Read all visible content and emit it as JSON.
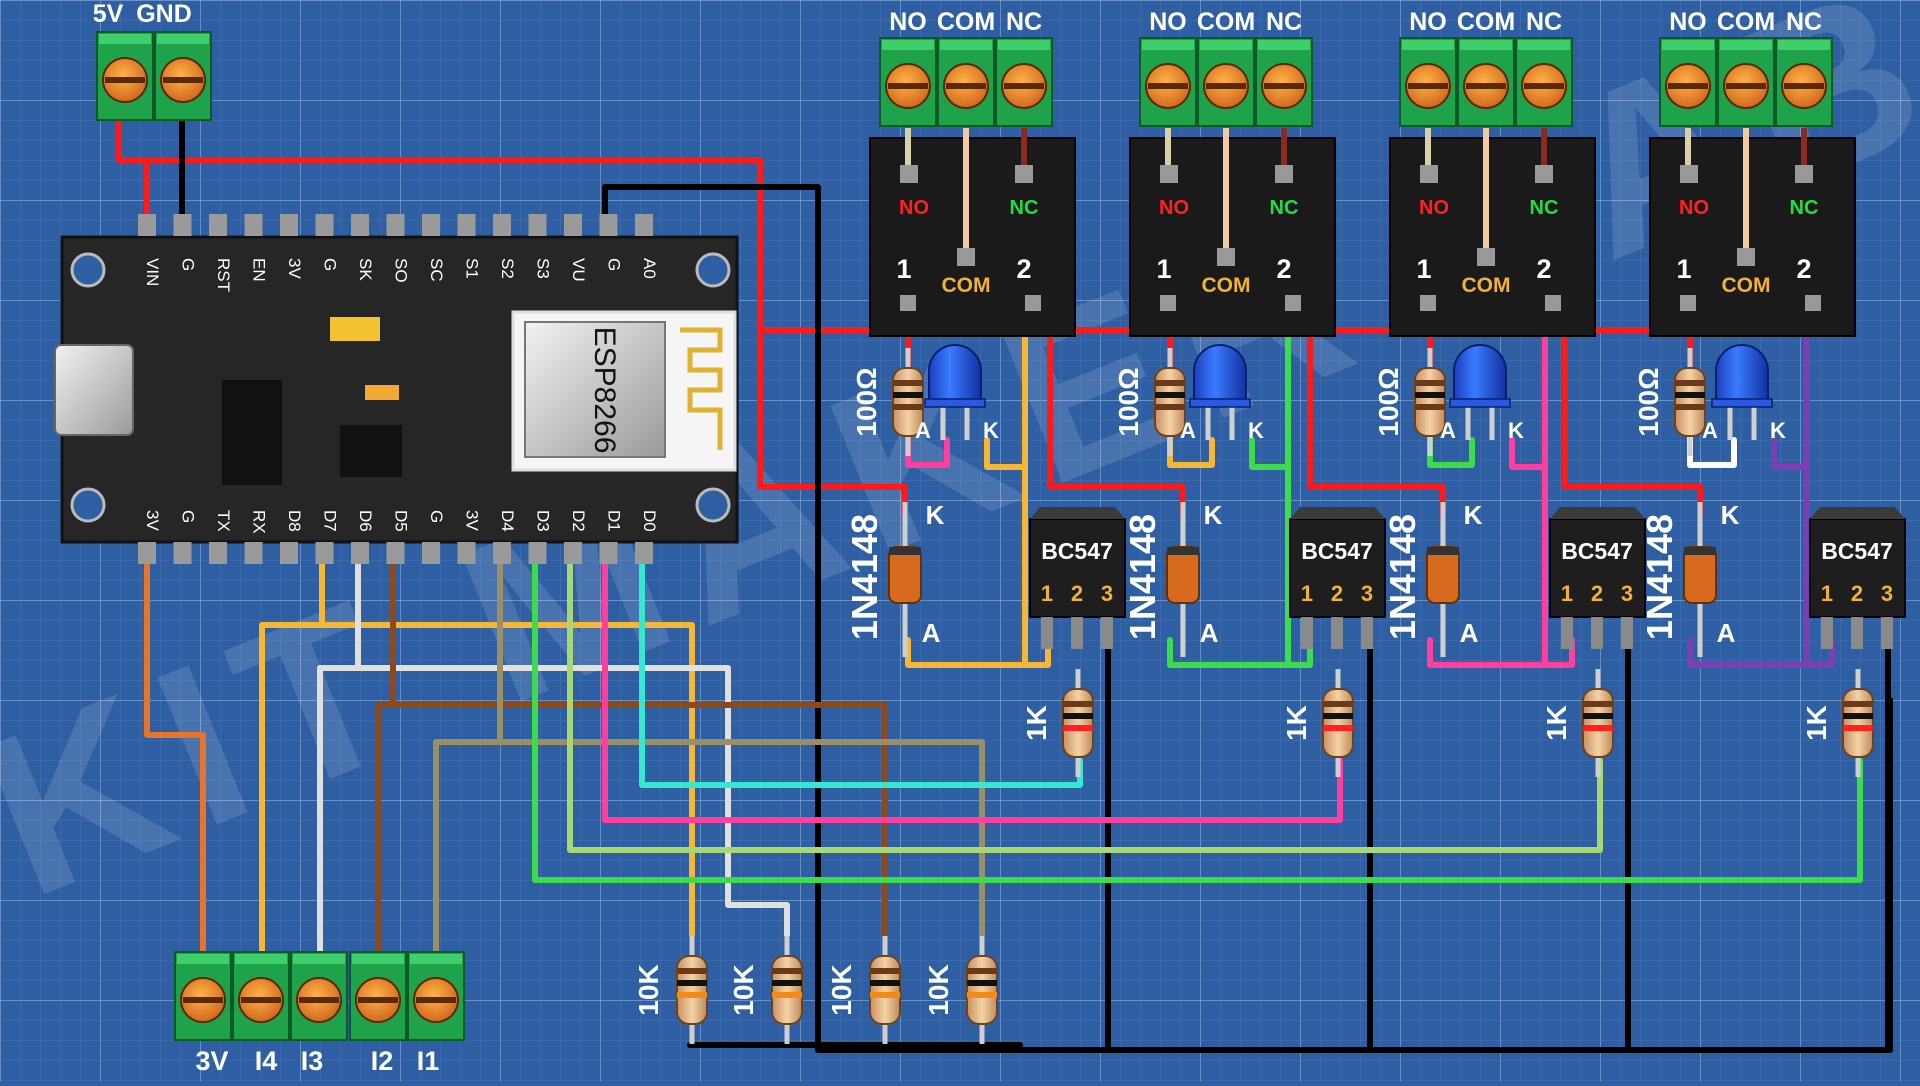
{
  "power_terminal": {
    "labels": [
      "5V",
      "GND"
    ]
  },
  "mcu": {
    "module_label": "ESP8266",
    "top_pins": [
      "VIN",
      "G",
      "RST",
      "EN",
      "3V",
      "G",
      "SK",
      "SO",
      "SC",
      "S1",
      "S2",
      "S3",
      "VU",
      "G",
      "A0"
    ],
    "bottom_pins": [
      "3V",
      "G",
      "TX",
      "RX",
      "D8",
      "D7",
      "D6",
      "D5",
      "G",
      "3V",
      "D4",
      "D3",
      "D2",
      "D1",
      "D0"
    ]
  },
  "relays": [
    {
      "terminal_labels": [
        "NO",
        "COM",
        "NC"
      ],
      "pin_no": "NO",
      "pin_nc": "NC",
      "pin_com": "COM",
      "pin_1": "1",
      "pin_2": "2"
    },
    {
      "terminal_labels": [
        "NO",
        "COM",
        "NC"
      ],
      "pin_no": "NO",
      "pin_nc": "NC",
      "pin_com": "COM",
      "pin_1": "1",
      "pin_2": "2"
    },
    {
      "terminal_labels": [
        "NO",
        "COM",
        "NC"
      ],
      "pin_no": "NO",
      "pin_nc": "NC",
      "pin_com": "COM",
      "pin_1": "1",
      "pin_2": "2"
    },
    {
      "terminal_labels": [
        "NO",
        "COM",
        "NC"
      ],
      "pin_no": "NO",
      "pin_nc": "NC",
      "pin_com": "COM",
      "pin_1": "1",
      "pin_2": "2"
    }
  ],
  "led_resistor": "100Ω",
  "led_pins": {
    "anode": "A",
    "cathode": "K"
  },
  "diode": {
    "label": "1N4148",
    "anode": "A",
    "cathode": "K"
  },
  "transistor": {
    "label": "BC547",
    "pins": [
      "1",
      "2",
      "3"
    ]
  },
  "base_resistor": "1K",
  "input_resistor": "10K",
  "input_terminal": {
    "labels": [
      "3V",
      "I4",
      "I3",
      "I2",
      "I1"
    ]
  },
  "watermark": "KIT MAKER LAB",
  "wire_colors": {
    "power_5v": "#ff1a1a",
    "ground": "#000000",
    "d7": "#f7b733",
    "d6": "#e0e0e0",
    "d5": "#8b4a1e",
    "d4": "#9b8f68",
    "d3": "#3cdc4a",
    "d2": "#a8d873",
    "d1": "#ff3fa0",
    "d0": "#37e8d0",
    "v3": "#e8742a",
    "relay4_coil": "#7a3fb0"
  }
}
